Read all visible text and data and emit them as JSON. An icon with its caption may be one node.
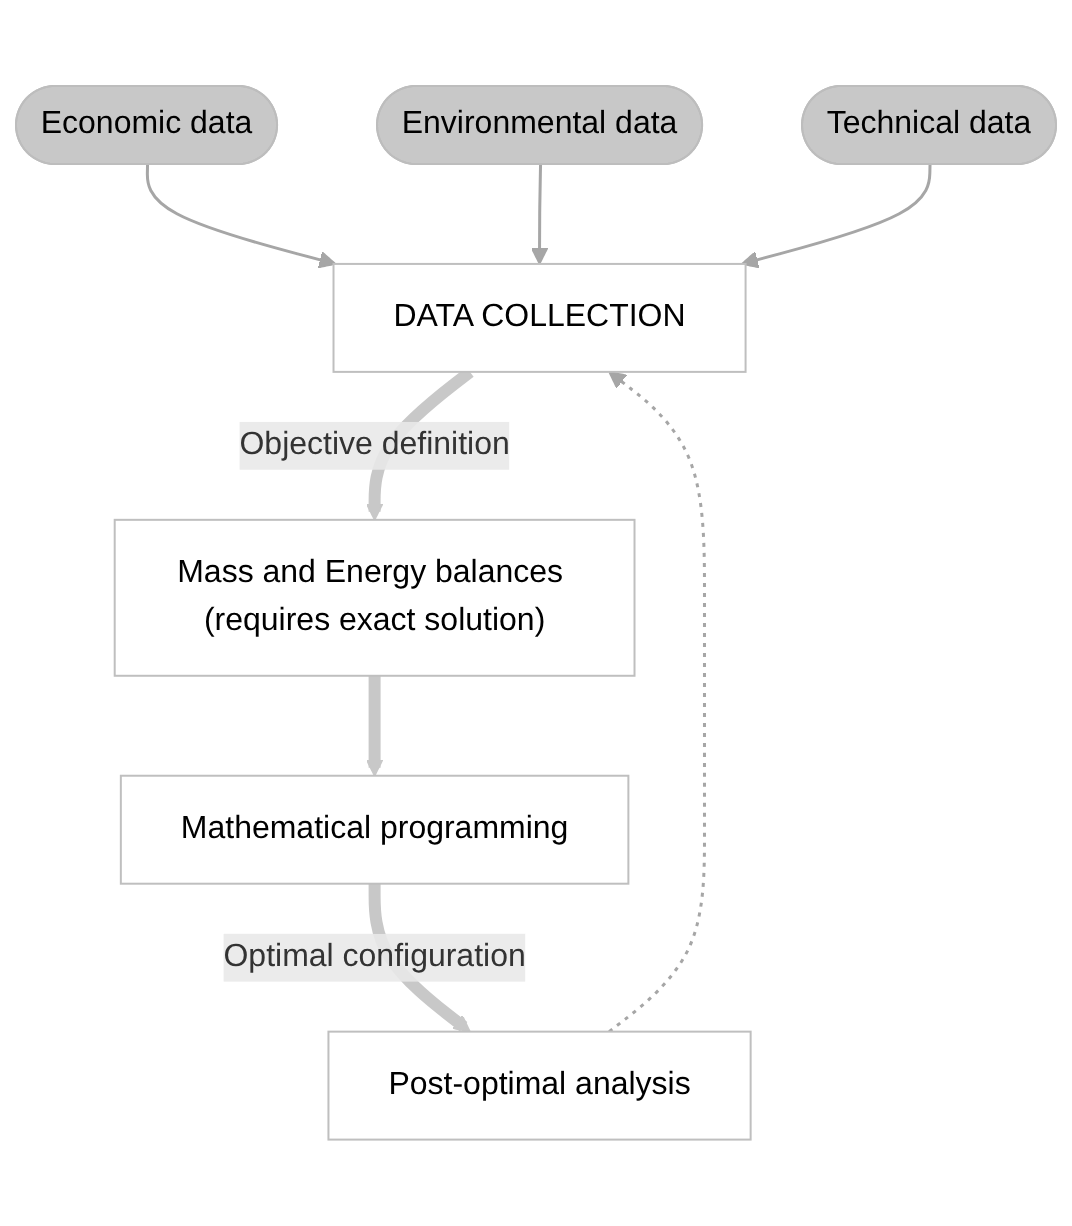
{
  "diagram": {
    "nodes": [
      {
        "text": [
          "Economic data"
        ]
      },
      {
        "text": [
          "Environmental data"
        ]
      },
      {
        "text": [
          "Technical data"
        ]
      },
      {
        "text": [
          "DATA COLLECTION"
        ]
      },
      {
        "text": [
          "Mass and Energy balances (requires exact solution)"
        ]
      },
      {
        "text": [
          "Mathematical programming"
        ]
      },
      {
        "text": [
          "Post-optimal analysis"
        ]
      }
    ],
    "edges": [
      {
        "from": 0,
        "to": 3,
        "arrow": "to"
      },
      {
        "from": 1,
        "to": 3,
        "arrow": "to"
      },
      {
        "from": 2,
        "to": 3,
        "arrow": "to"
      },
      {
        "from": 3,
        "to": 4,
        "arrow": "to",
        "style": "thick",
        "label": "Objective definition"
      },
      {
        "from": 4,
        "to": 5,
        "arrow": "to",
        "style": "thick"
      },
      {
        "from": 5,
        "to": 6,
        "arrow": "to",
        "style": "thick",
        "label": "Optimal configuration"
      },
      {
        "from": 6,
        "to": 3,
        "arrow": "to",
        "style": "dashed"
      }
    ]
  }
}
